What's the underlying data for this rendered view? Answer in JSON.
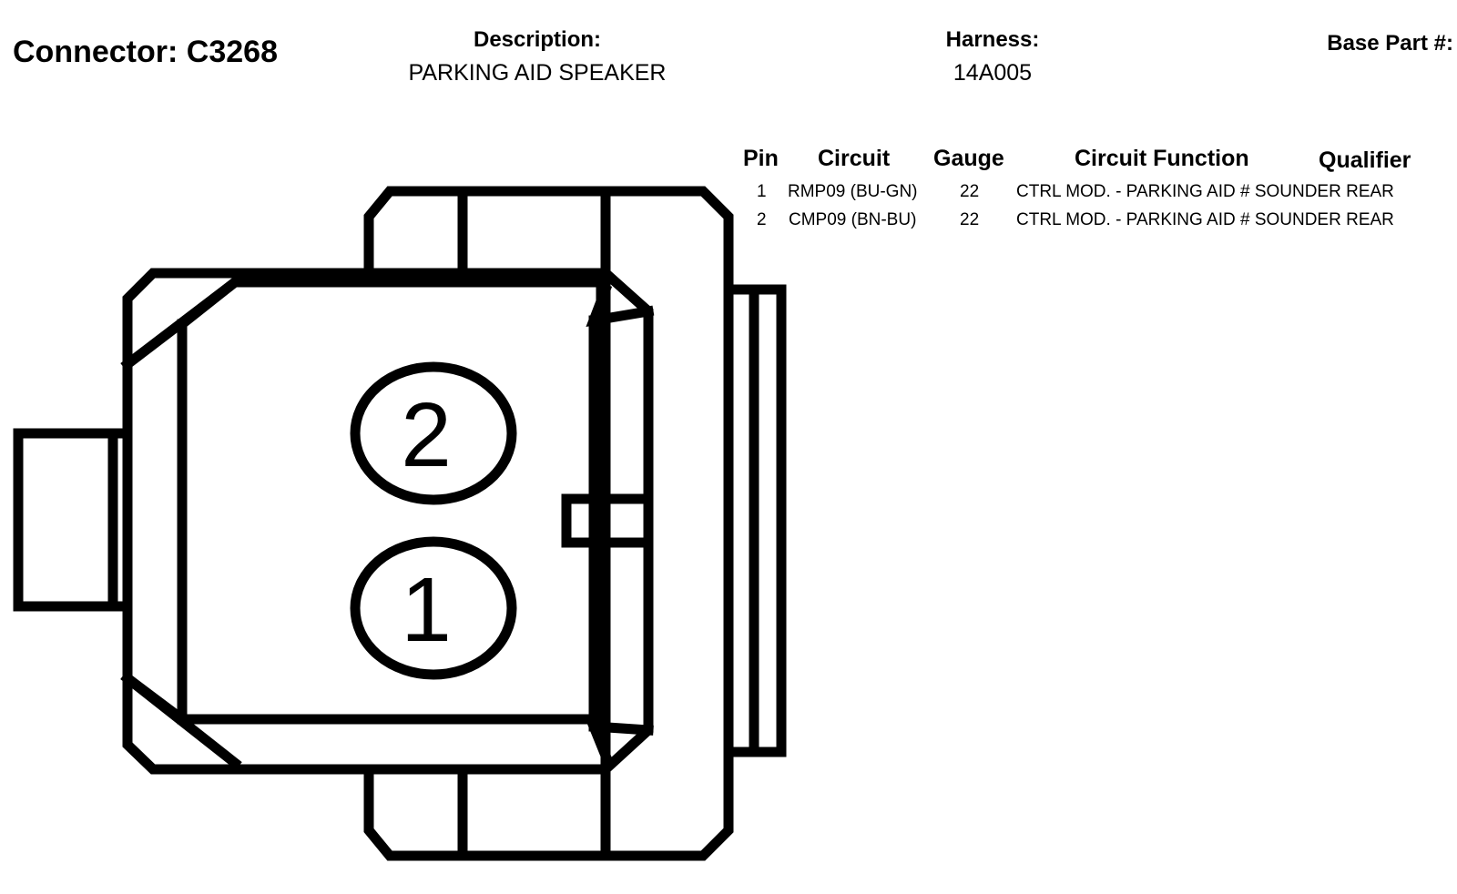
{
  "header": {
    "connector_label": "Connector:",
    "connector_id": "C3268",
    "description_label": "Description:",
    "description_value": "PARKING AID SPEAKER",
    "harness_label": "Harness:",
    "harness_value": "14A005",
    "base_part_label": "Base Part #:"
  },
  "table": {
    "columns": [
      "Pin",
      "Circuit",
      "Gauge",
      "Circuit Function",
      "Qualifier"
    ],
    "rows": [
      {
        "pin": "1",
        "circuit": "RMP09 (BU-GN)",
        "gauge": "22",
        "function": "CTRL MOD. - PARKING AID # SOUNDER REAR"
      },
      {
        "pin": "2",
        "circuit": "CMP09 (BN-BU)",
        "gauge": "22",
        "function": "CTRL MOD. - PARKING AID # SOUNDER REAR"
      }
    ]
  },
  "diagram": {
    "pins": [
      "2",
      "1"
    ],
    "line_color": "#000000",
    "background": "#ffffff"
  }
}
